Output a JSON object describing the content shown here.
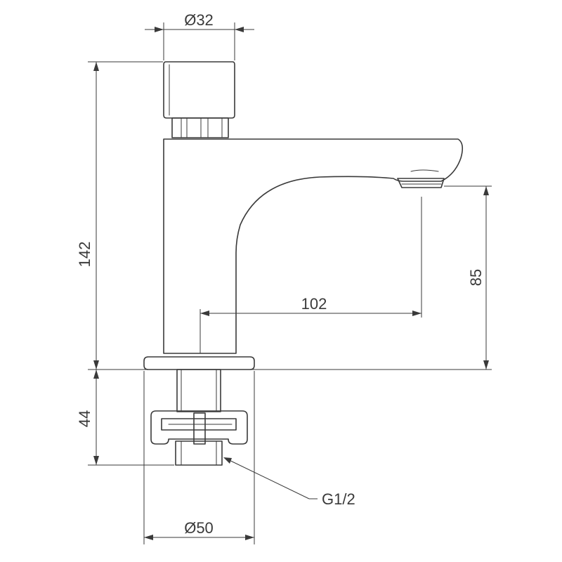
{
  "dimensions": {
    "top_diameter": "Ø32",
    "total_height": "142",
    "spout_height": "85",
    "spout_reach": "102",
    "below_deck_length": "44",
    "base_diameter": "Ø50"
  },
  "callouts": {
    "thread": "G1/2"
  },
  "colors": {
    "line": "#3a3a3a",
    "background": "#ffffff"
  }
}
